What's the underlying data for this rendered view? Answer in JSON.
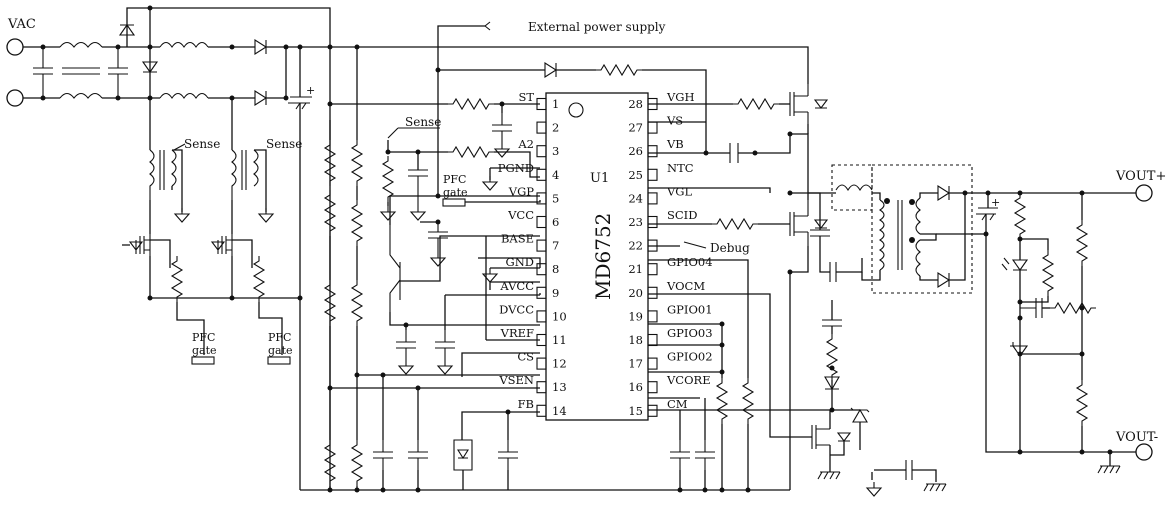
{
  "diagram": {
    "terminals": {
      "ac_input": "VAC",
      "output_positive": "VOUT+",
      "output_negative": "VOUT-"
    },
    "annotations": {
      "external_supply": "External power supply",
      "sense_left": "Sense",
      "sense_right": "Sense",
      "sense_top": "Sense",
      "debug": "Debug"
    },
    "pfc_gate_labels": {
      "left": [
        "PFC",
        "gate"
      ],
      "right": [
        "PFC",
        "gate"
      ],
      "inner": [
        "PFC",
        "gate"
      ]
    },
    "ic": {
      "designator": "U1",
      "part_number": "MD6752",
      "left_pins": [
        {
          "number": "1",
          "name": "ST"
        },
        {
          "number": "2",
          "name": ""
        },
        {
          "number": "3",
          "name": "A2"
        },
        {
          "number": "4",
          "name": "PGND"
        },
        {
          "number": "5",
          "name": "VGP"
        },
        {
          "number": "6",
          "name": "VCC"
        },
        {
          "number": "7",
          "name": "BASE"
        },
        {
          "number": "8",
          "name": "GND"
        },
        {
          "number": "9",
          "name": "AVCC"
        },
        {
          "number": "10",
          "name": "DVCC"
        },
        {
          "number": "11",
          "name": "VREF"
        },
        {
          "number": "12",
          "name": "CS"
        },
        {
          "number": "13",
          "name": "VSEN"
        },
        {
          "number": "14",
          "name": "FB"
        }
      ],
      "right_pins": [
        {
          "number": "28",
          "name": "VGH"
        },
        {
          "number": "27",
          "name": "VS"
        },
        {
          "number": "26",
          "name": "VB"
        },
        {
          "number": "25",
          "name": "NTC"
        },
        {
          "number": "24",
          "name": "VGL"
        },
        {
          "number": "23",
          "name": "SCID"
        },
        {
          "number": "22",
          "name": ""
        },
        {
          "number": "21",
          "name": "GPIO04"
        },
        {
          "number": "20",
          "name": "VOCM"
        },
        {
          "number": "19",
          "name": "GPIO01"
        },
        {
          "number": "18",
          "name": "GPIO03"
        },
        {
          "number": "17",
          "name": "GPIO02"
        },
        {
          "number": "16",
          "name": "VCORE"
        },
        {
          "number": "15",
          "name": "CM"
        }
      ]
    }
  }
}
